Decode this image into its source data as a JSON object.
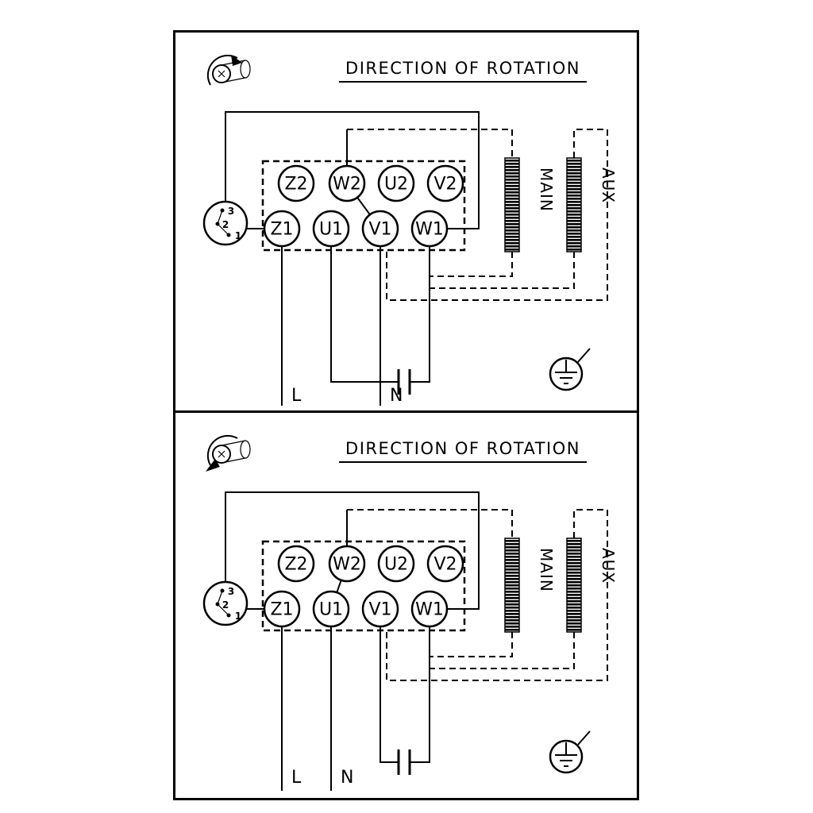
{
  "colors": {
    "line": "#000000",
    "background": "#ffffff"
  },
  "panels": [
    {
      "title": "DIRECTION OF ROTATION",
      "terminals_top": [
        "Z2",
        "W2",
        "U2",
        "V2"
      ],
      "terminals_bottom": [
        "Z1",
        "U1",
        "V1",
        "W1"
      ],
      "winding_main": "MAIN",
      "winding_aux": "AUX",
      "line_label": "L",
      "neutral_label": "N",
      "selector_positions": [
        "3",
        "2",
        "1"
      ]
    },
    {
      "title": "DIRECTION OF ROTATION",
      "terminals_top": [
        "Z2",
        "W2",
        "U2",
        "V2"
      ],
      "terminals_bottom": [
        "Z1",
        "U1",
        "V1",
        "W1"
      ],
      "winding_main": "MAIN",
      "winding_aux": "AUX",
      "line_label": "L",
      "neutral_label": "N",
      "selector_positions": [
        "3",
        "2",
        "1"
      ]
    }
  ]
}
